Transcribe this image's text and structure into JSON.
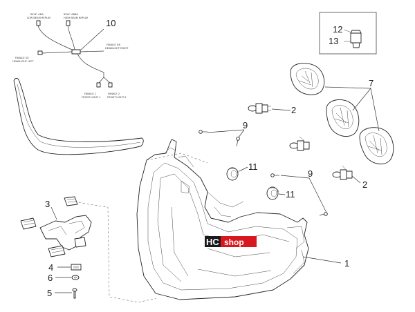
{
  "wiring": {
    "relay_low": [
      "RELE' ANA",
      "LOW BEAM REPLAY"
    ],
    "relay_high": [
      "RELE' ABBA",
      "HIGH BEAM REPLAY"
    ],
    "headlight_right": [
      "FANALE DX",
      "HEADLIGHT RIGHT"
    ],
    "headlight_left": [
      "FANALE SX",
      "HEADLIGHT LEFT"
    ],
    "front_light_1": [
      "FANALE 1",
      "FRONT LIGHT 1"
    ],
    "front_light_2": [
      "FANALE 2",
      "FRONT LIGHT 2"
    ]
  },
  "callouts": {
    "n1": "1",
    "n2a": "2",
    "n2b": "2",
    "n3": "3",
    "n4": "4",
    "n5": "5",
    "n6": "6",
    "n7": "7",
    "n9a": "9",
    "n9b": "9",
    "n10": "10",
    "n11a": "11",
    "n11b": "11",
    "n12": "12",
    "n13": "13"
  },
  "watermark": {
    "brand_left": "HC",
    "brand_right": "shop"
  },
  "colors": {
    "line": "#222222",
    "watermark_red": "#d7191f",
    "background": "#ffffff"
  }
}
